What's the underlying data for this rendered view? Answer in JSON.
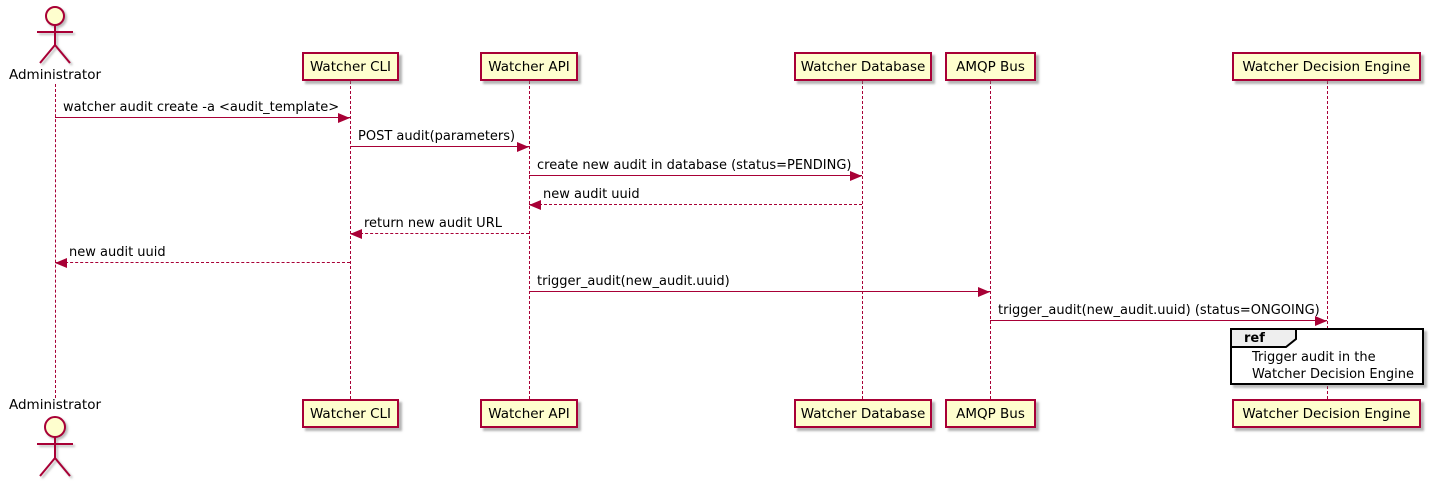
{
  "colors": {
    "participant_fill": "#FEFECE",
    "participant_border": "#A80036",
    "lifeline": "#A80036",
    "message_line": "#A80036",
    "text": "#000000",
    "ref_border": "#000000",
    "ref_header_fill": "#EEEEEE",
    "actor_head_fill": "#FEFECE"
  },
  "actor": {
    "label": "Administrator"
  },
  "participants": [
    {
      "label": "Watcher CLI"
    },
    {
      "label": "Watcher API"
    },
    {
      "label": "Watcher Database"
    },
    {
      "label": "AMQP Bus"
    },
    {
      "label": "Watcher Decision Engine"
    }
  ],
  "messages": [
    {
      "from": "Administrator",
      "to": "Watcher CLI",
      "text": "watcher audit create -a <audit_template>",
      "line": "solid"
    },
    {
      "from": "Watcher CLI",
      "to": "Watcher API",
      "text": "POST audit(parameters)",
      "line": "solid"
    },
    {
      "from": "Watcher API",
      "to": "Watcher Database",
      "text": "create new audit in database (status=PENDING)",
      "line": "solid"
    },
    {
      "from": "Watcher Database",
      "to": "Watcher API",
      "text": "new audit uuid",
      "line": "dashed"
    },
    {
      "from": "Watcher API",
      "to": "Watcher CLI",
      "text": "return new audit URL",
      "line": "dashed"
    },
    {
      "from": "Watcher CLI",
      "to": "Administrator",
      "text": "new audit uuid",
      "line": "dashed"
    },
    {
      "from": "Watcher API",
      "to": "AMQP Bus",
      "text": "trigger_audit(new_audit.uuid)",
      "line": "solid"
    },
    {
      "from": "AMQP Bus",
      "to": "Watcher Decision Engine",
      "text": "trigger_audit(new_audit.uuid) (status=ONGOING)",
      "line": "solid"
    }
  ],
  "ref": {
    "keyword": "ref",
    "line1": "Trigger audit in the",
    "line2": "Watcher Decision Engine"
  }
}
